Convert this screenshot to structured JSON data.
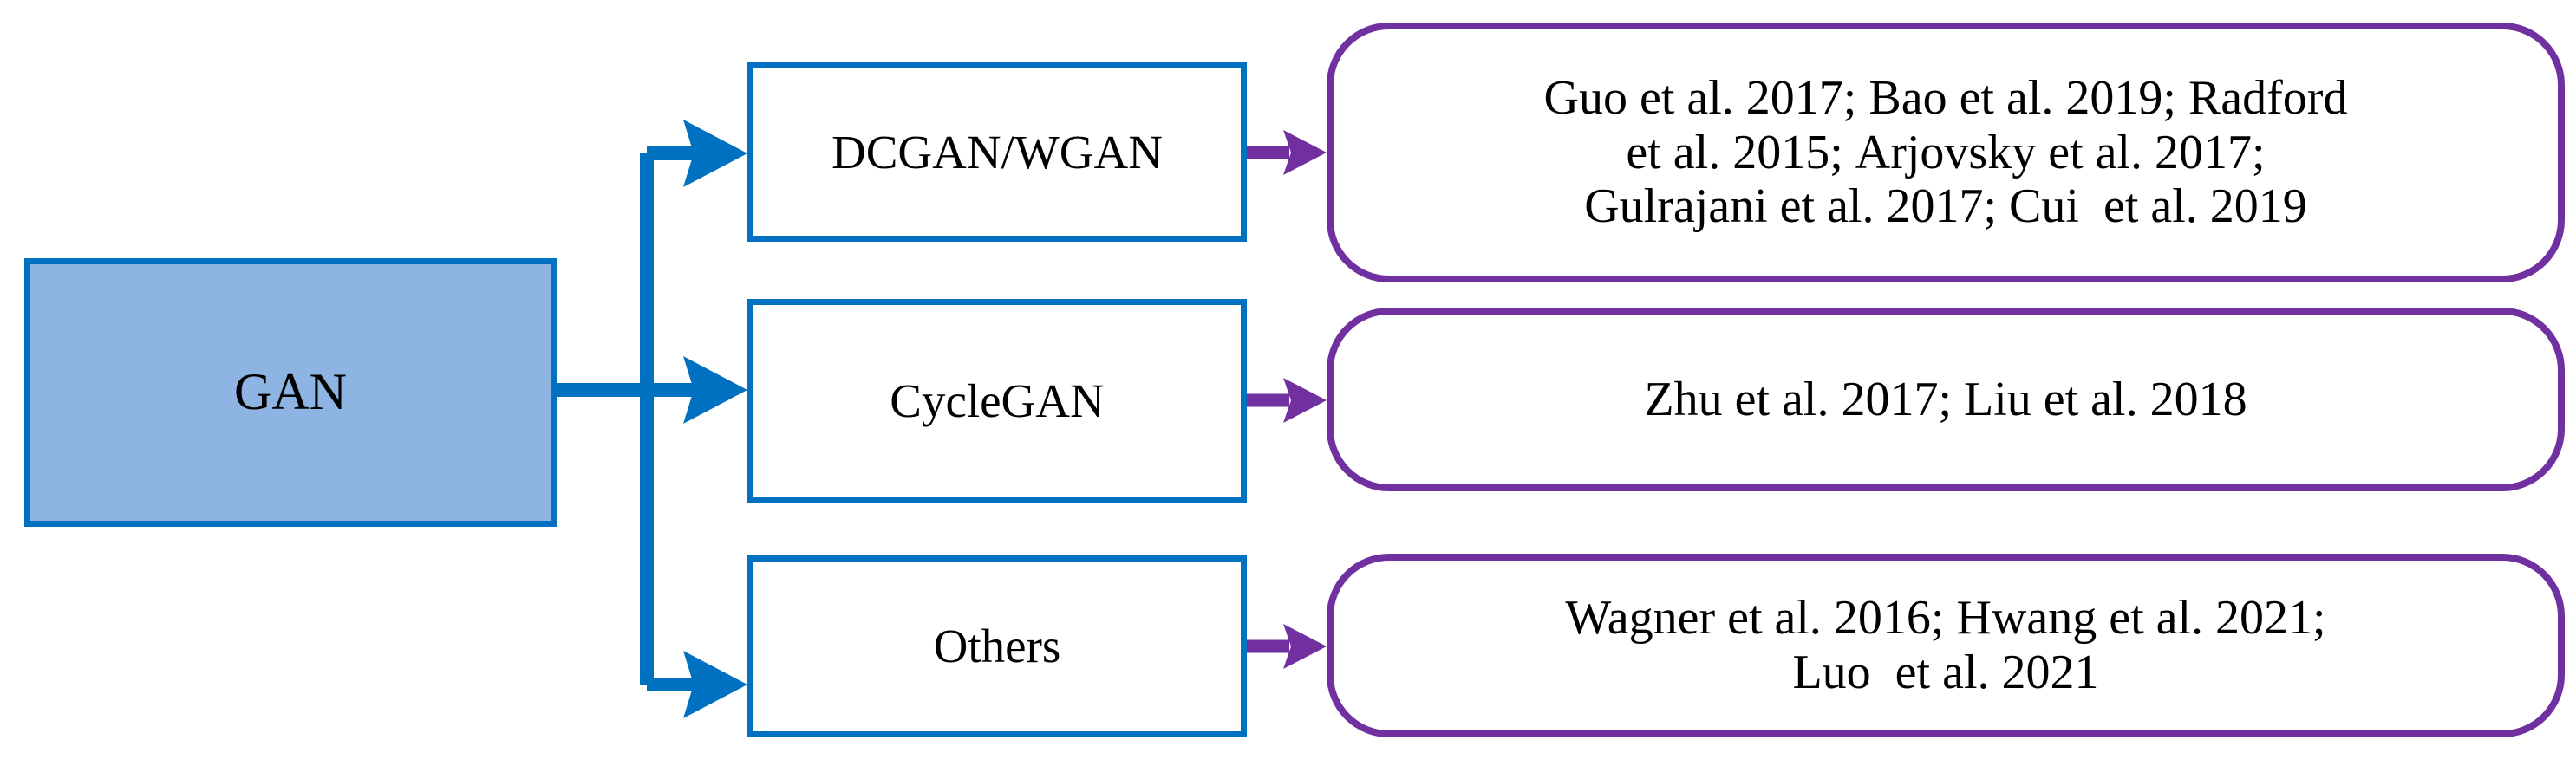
{
  "diagram": {
    "title_node": {
      "label": "GAN"
    },
    "categories": [
      {
        "label": "DCGAN/WGAN"
      },
      {
        "label": "CycleGAN"
      },
      {
        "label": "Others"
      }
    ],
    "references": [
      {
        "lines": [
          "Guo et al. 2017; Bao et al. 2019; Radford",
          "et al. 2015; Arjovsky et al. 2017;",
          "Gulrajani et al. 2017; Cui  et al. 2019"
        ]
      },
      {
        "lines": [
          "Zhu et al. 2017; Liu et al. 2018"
        ]
      },
      {
        "lines": [
          "Wagner et al. 2016; Hwang et al. 2021;",
          "Luo  et al. 2021"
        ]
      }
    ],
    "colors": {
      "root_fill": "#8EB4E3",
      "blue_stroke": "#0070C0",
      "purple_stroke": "#7030A0",
      "text": "#000000",
      "background": "#FFFFFF"
    }
  }
}
